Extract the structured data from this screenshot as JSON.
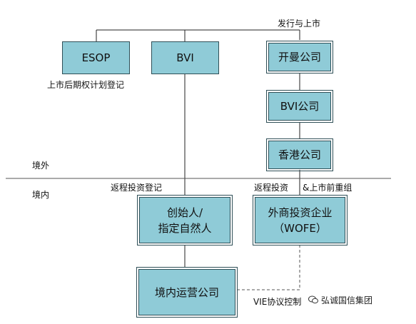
{
  "labels": {
    "issuance": "发行与上市",
    "esop_registration": "上市后期权计划登记",
    "offshore": "境外",
    "onshore": "境内",
    "roundtrip_registration": "返程投资登记",
    "roundtrip_investment": "返程投资",
    "pre_listing_restructure": "&上市前重组",
    "vie_control": "VIE协议控制"
  },
  "boxes": {
    "esop": "ESOP",
    "bvi": "BVI",
    "cayman": "开曼公司",
    "bvi_company": "BVI公司",
    "hk_company": "香港公司",
    "founder_line1": "创始人/",
    "founder_line2": "指定自然人",
    "wofe_line1": "外商投资企业",
    "wofe_line2": "（WOFE）",
    "domestic_opco": "境内运营公司"
  },
  "watermark": "弘诚国信集团"
}
